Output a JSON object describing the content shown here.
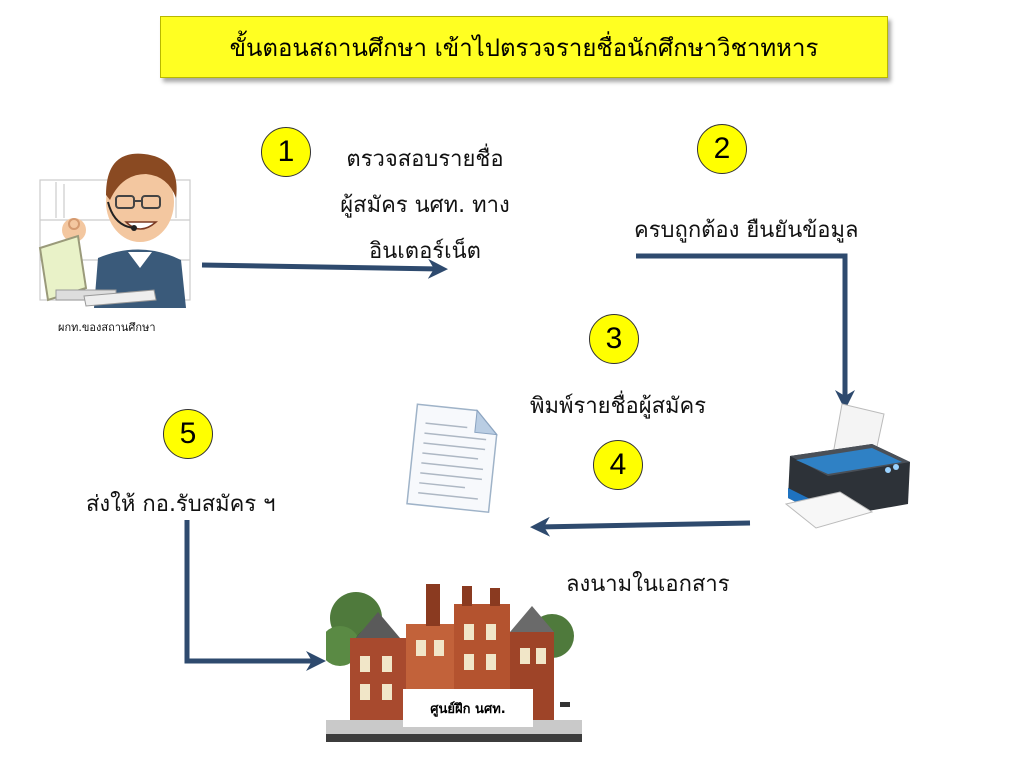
{
  "title": "ขั้นตอนสถานศึกษา เข้าไปตรวจรายชื่อนักศึกษาวิชาทหาร",
  "actor_caption": "ผกท.ของสถานศึกษา",
  "steps": [
    {
      "number": "1",
      "lines": [
        "ตรวจสอบรายชื่อ",
        "ผู้สมัคร นศท. ทาง",
        "อินเตอร์เน็ต"
      ]
    },
    {
      "number": "2",
      "lines": [
        "ครบถูกต้อง ยืนยันข้อมูล"
      ]
    },
    {
      "number": "3",
      "lines": [
        "พิมพ์รายชื่อผู้สมัคร"
      ]
    },
    {
      "number": "4",
      "lines": [
        "ลงนามในเอกสาร"
      ]
    },
    {
      "number": "5",
      "lines": [
        "ส่งให้ กอ.รับสมัคร ฯ"
      ]
    }
  ],
  "building_sign": "ศูนย์ฝึก นศท.",
  "colors": {
    "title_bg": "#ffff22",
    "circle_bg": "#ffff00",
    "arrow": "#2e4a6e"
  },
  "icons": [
    "person-at-computer-icon",
    "printer-icon",
    "document-icon",
    "training-center-building-icon"
  ]
}
